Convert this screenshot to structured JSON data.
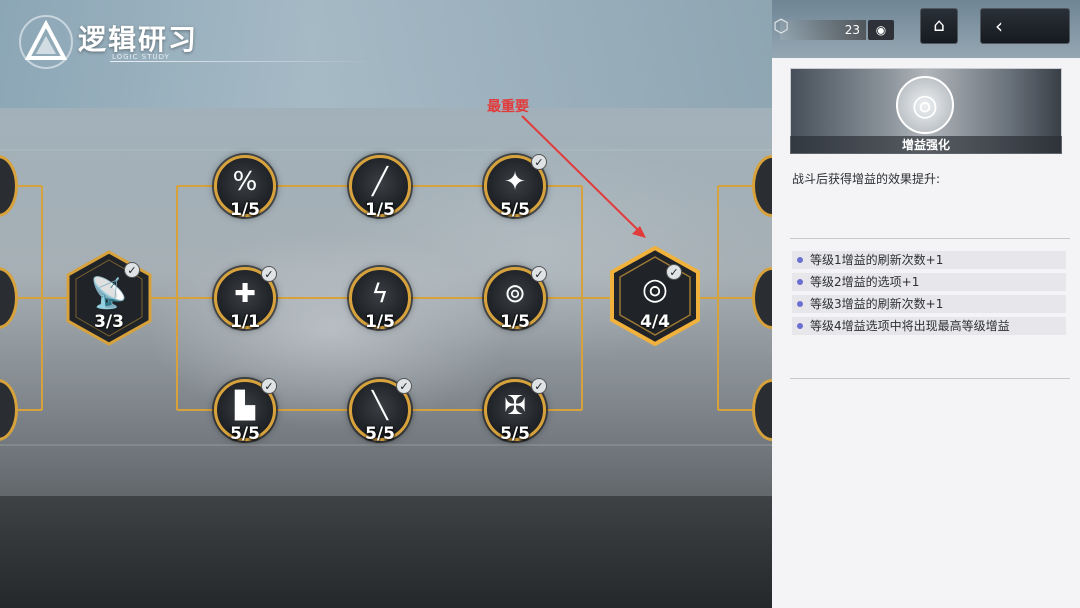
{
  "header": {
    "title": "逻辑研习",
    "subtitle": "LOGIC STUDY"
  },
  "annotation": {
    "text": "最重要",
    "color": "#e23b3b"
  },
  "colors": {
    "accent": "#d7a23c",
    "panel_bg": "#f4f4f6",
    "bullet_dot": "#6a6fd0"
  },
  "nodes": [
    {
      "id": "discount",
      "icon": "discount-card-icon",
      "level": "1/5",
      "checked": false
    },
    {
      "id": "sniper",
      "icon": "sniper-rifle-icon",
      "level": "1/5",
      "checked": false
    },
    {
      "id": "compass",
      "icon": "compass-star-icon",
      "level": "5/5",
      "checked": true
    },
    {
      "id": "heal",
      "icon": "heart-plus-icon",
      "level": "1/1",
      "checked": true
    },
    {
      "id": "lightning",
      "icon": "lightning-icon",
      "level": "1/5",
      "checked": false
    },
    {
      "id": "signal",
      "icon": "signal-tower-icon",
      "level": "1/5",
      "checked": true
    },
    {
      "id": "boot",
      "icon": "boot-icon",
      "level": "5/5",
      "checked": true
    },
    {
      "id": "rifle",
      "icon": "assault-rifle-icon",
      "level": "5/5",
      "checked": true
    },
    {
      "id": "tools",
      "icon": "crossed-tools-icon",
      "level": "5/5",
      "checked": true
    },
    {
      "id": "root",
      "icon": "signal-tower-icon",
      "level": "3/3",
      "checked": true
    },
    {
      "id": "coins",
      "icon": "coin-stack-icon",
      "level": "4/4",
      "checked": true
    }
  ],
  "panel": {
    "counter": "23",
    "home_icon": "home-icon",
    "back_icon": "back-arrow-icon",
    "banner_title": "增益强化",
    "description": "战斗后获得增益的效果提升:",
    "bullets": [
      "等级1增益的刷新次数+1",
      "等级2增益的选项+1",
      "等级3增益的刷新次数+1",
      "等级4增益选项中将出现最高等级增益"
    ]
  }
}
